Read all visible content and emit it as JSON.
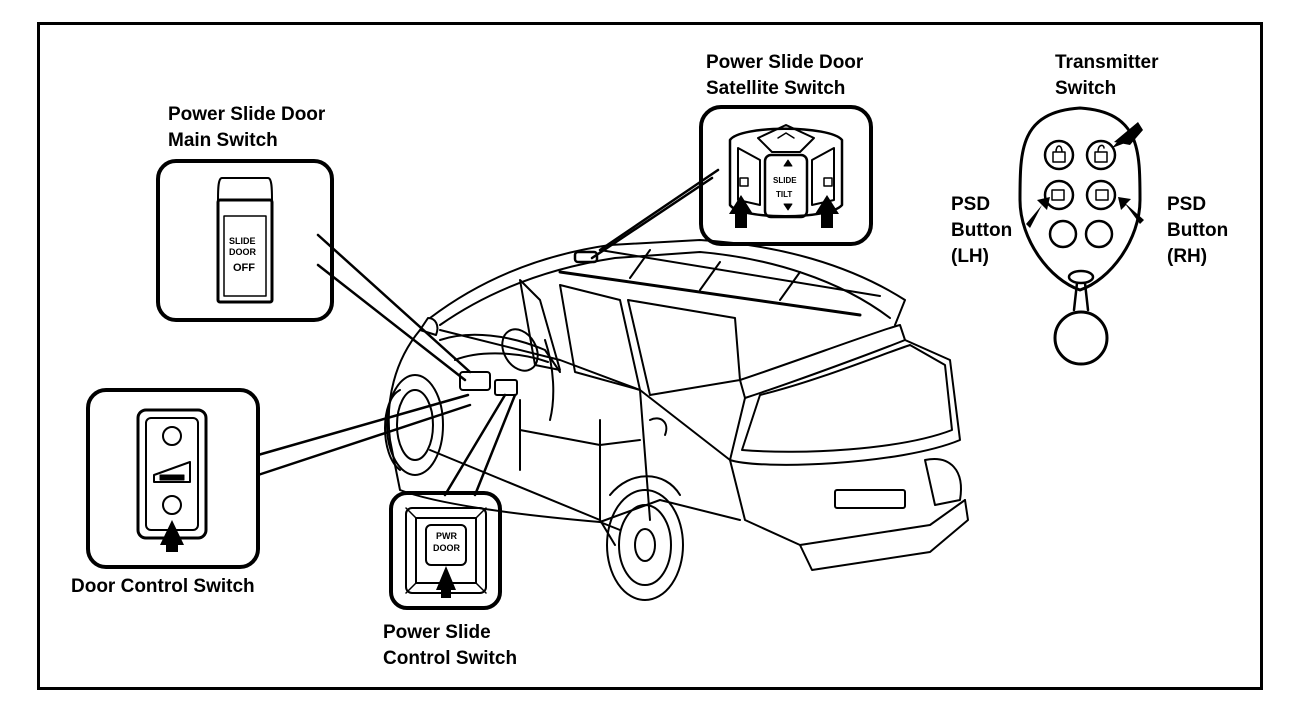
{
  "labels": {
    "main_switch": [
      "Power Slide Door",
      "Main Switch"
    ],
    "satellite_switch": [
      "Power Slide Door",
      "Satellite Switch"
    ],
    "transmitter_switch": [
      "Transmitter",
      "Switch"
    ],
    "psd_lh": [
      "PSD",
      "Button",
      "(LH)"
    ],
    "psd_rh": [
      "PSD",
      "Button",
      "(RH)"
    ],
    "door_control_switch": "Door Control Switch",
    "power_slide_control_switch": [
      "Power Slide",
      "Control Switch"
    ]
  },
  "switch_text": {
    "main_switch_face": [
      "SLIDE",
      "DOOR",
      "OFF"
    ],
    "pwr_door_face": [
      "PWR",
      "DOOR"
    ],
    "satellite_center": [
      "SLIDE",
      "TILT"
    ]
  },
  "colors": {
    "ink": "#000000",
    "paper": "#ffffff"
  }
}
